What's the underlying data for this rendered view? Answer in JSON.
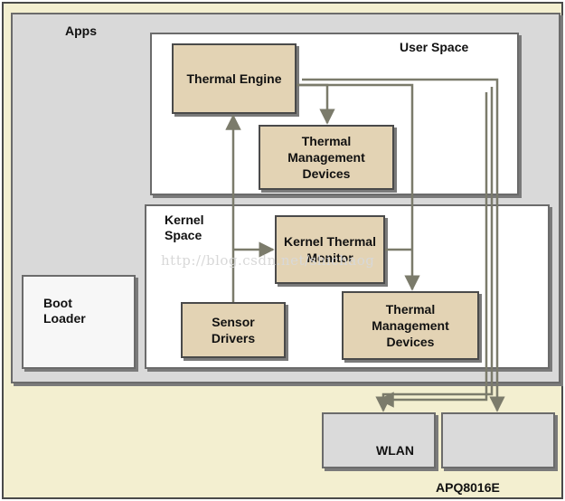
{
  "labels": {
    "apps": "Apps",
    "user_space": "User Space",
    "kernel_space": "Kernel\nSpace",
    "boot_loader": "Boot\nLoader",
    "thermal_engine": "Thermal Engine",
    "tmd_user": "Thermal\nManagement\nDevices",
    "kernel_thermal_monitor": "Kernel Thermal\nMonitor",
    "sensor_drivers": "Sensor\nDrivers",
    "tmd_kernel": "Thermal\nManagement\nDevices",
    "wlan": "WLAN",
    "chip": "APQ8016E"
  },
  "watermark": "http://blog.csdn.net/shichaog",
  "colors": {
    "outer_bg": "#f3efd0",
    "apps_bg": "#d9d9d9",
    "panel_bg": "#ffffff",
    "box_fill": "#e3d3b4",
    "wire": "#7b7b6b",
    "wlan_bg": "#dadada"
  }
}
